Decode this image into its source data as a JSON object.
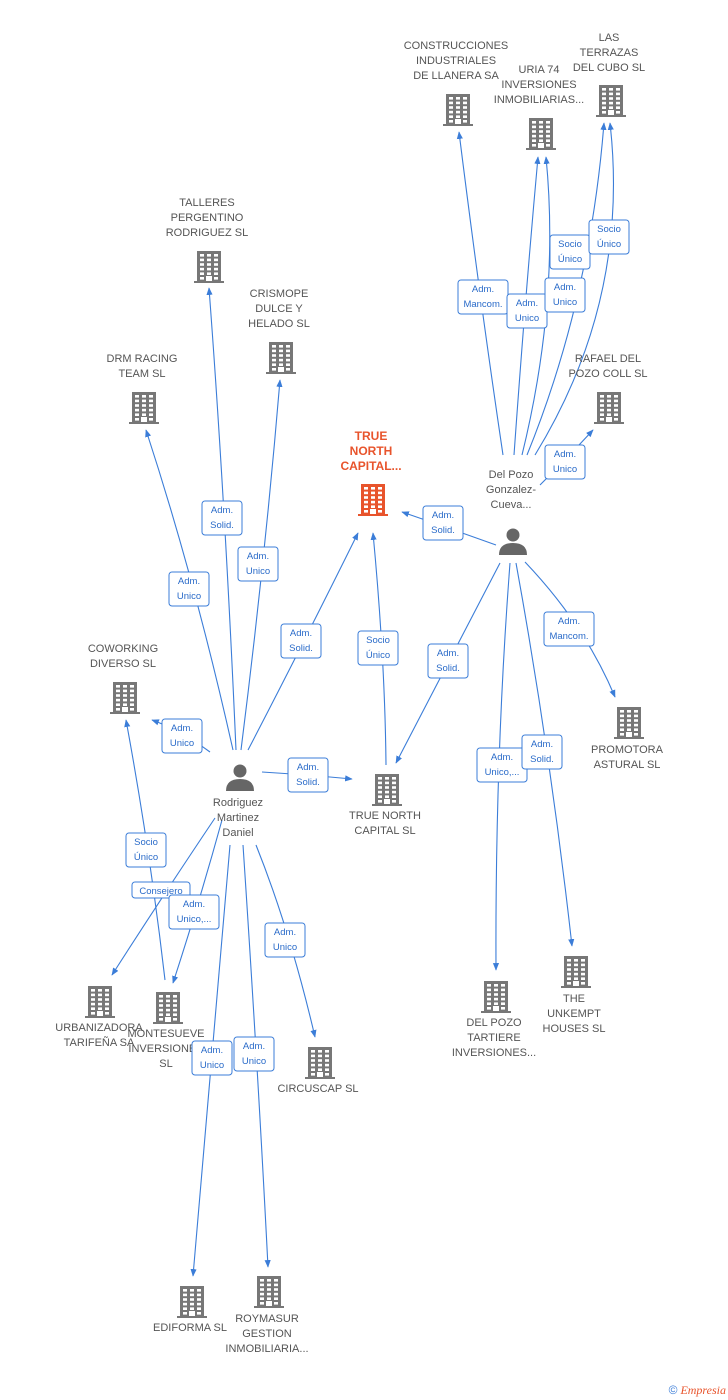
{
  "colors": {
    "edge": "#3b7dd8",
    "building": "#777777",
    "building_main": "#e8542c",
    "person": "#666666"
  },
  "nodes": [
    {
      "id": "trueNorthMain",
      "type": "company",
      "main": true,
      "label": [
        "TRUE",
        "NORTH",
        "CAPITAL..."
      ]
    },
    {
      "id": "delPozo",
      "type": "person",
      "label": [
        "Del Pozo",
        "Gonzalez-",
        "Cueva..."
      ]
    },
    {
      "id": "rodriguez",
      "type": "person",
      "label": [
        "Rodriguez",
        "Martinez",
        "Daniel"
      ]
    },
    {
      "id": "construcciones",
      "type": "company",
      "label": [
        "CONSTRUCCIONES",
        "INDUSTRIALES",
        "DE LLANERA SA"
      ]
    },
    {
      "id": "uria",
      "type": "company",
      "label": [
        "URIA 74",
        "INVERSIONES",
        "INMOBILIARIAS..."
      ]
    },
    {
      "id": "terrazas",
      "type": "company",
      "label": [
        "LAS",
        "TERRAZAS",
        "DEL CUBO  SL"
      ]
    },
    {
      "id": "rafael",
      "type": "company",
      "label": [
        "RAFAEL DEL",
        "POZO COLL  SL"
      ]
    },
    {
      "id": "promotora",
      "type": "company",
      "label": [
        "PROMOTORA",
        "ASTURAL  SL"
      ]
    },
    {
      "id": "delPozoTartiere",
      "type": "company",
      "label": [
        "DEL POZO",
        "TARTIERE",
        "INVERSIONES..."
      ]
    },
    {
      "id": "unkempt",
      "type": "company",
      "label": [
        "THE",
        "UNKEMPT",
        "HOUSES  SL"
      ]
    },
    {
      "id": "trueNorthSL",
      "type": "company",
      "label": [
        "TRUE NORTH",
        "CAPITAL  SL"
      ]
    },
    {
      "id": "talleres",
      "type": "company",
      "label": [
        "TALLERES",
        "PERGENTINO",
        "RODRIGUEZ  SL"
      ]
    },
    {
      "id": "crismope",
      "type": "company",
      "label": [
        "CRISMOPE",
        "DULCE Y",
        "HELADO  SL"
      ]
    },
    {
      "id": "drm",
      "type": "company",
      "label": [
        "DRM RACING",
        "TEAM  SL"
      ]
    },
    {
      "id": "coworking",
      "type": "company",
      "label": [
        "COWORKING",
        "DIVERSO  SL"
      ]
    },
    {
      "id": "urbanizadora",
      "type": "company",
      "label": [
        "URBANIZADORA",
        "TARIFEÑA SA"
      ]
    },
    {
      "id": "montesueve",
      "type": "company",
      "label": [
        "MONTESUEVE",
        "INVERSIONES",
        "SL"
      ]
    },
    {
      "id": "circuscap",
      "type": "company",
      "label": [
        "CIRCUSCAP  SL"
      ]
    },
    {
      "id": "ediforma",
      "type": "company",
      "label": [
        "EDIFORMA SL"
      ]
    },
    {
      "id": "roymasur",
      "type": "company",
      "label": [
        "ROYMASUR",
        "GESTION",
        "INMOBILIARIA..."
      ]
    }
  ],
  "edges": [
    {
      "from": "delPozo",
      "to": "construcciones",
      "label": [
        "Adm.",
        "Mancom."
      ]
    },
    {
      "from": "delPozo",
      "to": "uria",
      "label": [
        "Adm.",
        "Unico"
      ]
    },
    {
      "from": "delPozo",
      "to": "uria",
      "label": [
        "Adm.",
        "Unico"
      ]
    },
    {
      "from": "delPozo",
      "to": "terrazas",
      "label": [
        "Socio",
        "Único"
      ]
    },
    {
      "from": "delPozo",
      "to": "terrazas",
      "label": [
        "Socio",
        "Único"
      ]
    },
    {
      "from": "delPozo",
      "to": "rafael",
      "label": [
        "Adm.",
        "Unico"
      ]
    },
    {
      "from": "delPozo",
      "to": "trueNorthMain",
      "label": [
        "Adm.",
        "Solid."
      ]
    },
    {
      "from": "delPozo",
      "to": "promotora",
      "label": [
        "Adm.",
        "Mancom."
      ]
    },
    {
      "from": "delPozo",
      "to": "trueNorthSL",
      "label": [
        "Adm.",
        "Solid."
      ]
    },
    {
      "from": "delPozo",
      "to": "delPozoTartiere",
      "label": [
        "Adm.",
        "Unico,..."
      ]
    },
    {
      "from": "delPozo",
      "to": "unkempt",
      "label": [
        "Adm.",
        "Solid."
      ]
    },
    {
      "from": "trueNorthSL",
      "to": "trueNorthMain",
      "label": [
        "Socio",
        "Único"
      ]
    },
    {
      "from": "rodriguez",
      "to": "talleres",
      "label": [
        "Adm.",
        "Solid."
      ]
    },
    {
      "from": "rodriguez",
      "to": "crismope",
      "label": [
        "Adm.",
        "Unico"
      ]
    },
    {
      "from": "rodriguez",
      "to": "drm",
      "label": [
        "Adm.",
        "Unico"
      ]
    },
    {
      "from": "rodriguez",
      "to": "trueNorthMain",
      "label": [
        "Adm.",
        "Solid."
      ]
    },
    {
      "from": "rodriguez",
      "to": "coworking",
      "label": [
        "Adm.",
        "Unico"
      ]
    },
    {
      "from": "rodriguez",
      "to": "trueNorthSL",
      "label": [
        "Adm.",
        "Solid."
      ]
    },
    {
      "from": "montesueve",
      "to": "coworking",
      "label": [
        "Socio",
        "Único"
      ]
    },
    {
      "from": "rodriguez",
      "to": "urbanizadora",
      "label": [
        "Consejero"
      ]
    },
    {
      "from": "rodriguez",
      "to": "montesueve",
      "label": [
        "Adm.",
        "Unico,..."
      ]
    },
    {
      "from": "rodriguez",
      "to": "circuscap",
      "label": [
        "Adm.",
        "Unico"
      ]
    },
    {
      "from": "rodriguez",
      "to": "ediforma",
      "label": [
        "Adm.",
        "Unico"
      ]
    },
    {
      "from": "rodriguez",
      "to": "roymasur",
      "label": [
        "Adm.",
        "Unico"
      ]
    }
  ],
  "footer": {
    "copyright": "©",
    "brand": "Empresia"
  }
}
